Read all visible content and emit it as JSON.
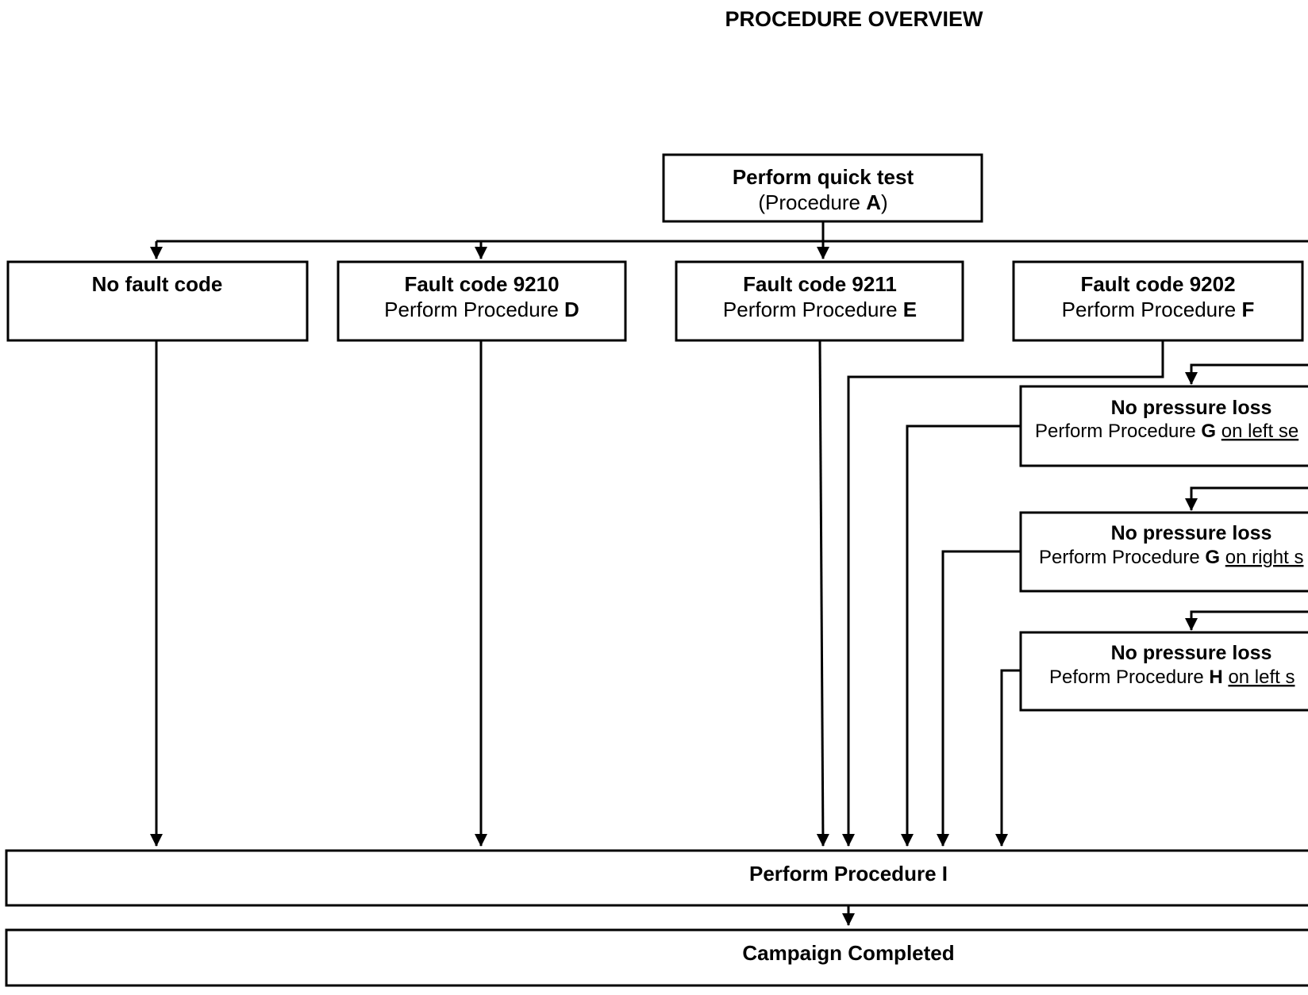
{
  "title": "PROCEDURE OVERVIEW",
  "nodes": {
    "quick_test": {
      "title": "Perform quick test",
      "sub_pre": "(Procedure ",
      "sub_bold": "A",
      "sub_post": ")"
    },
    "no_fault": {
      "title": "No fault code"
    },
    "fault_9210": {
      "title": "Fault code 9210",
      "sub_pre": "Perform Procedure ",
      "sub_bold": "D"
    },
    "fault_9211": {
      "title": "Fault code 9211",
      "sub_pre": "Perform Procedure ",
      "sub_bold": "E"
    },
    "fault_9202": {
      "title": "Fault code 9202",
      "sub_pre": "Perform Procedure ",
      "sub_bold": "F"
    },
    "npl_1": {
      "title": "No pressure loss",
      "sub_pre": "Perform Procedure ",
      "sub_bold": "G",
      "sub_space": " ",
      "sub_under": "on left se"
    },
    "npl_2": {
      "title": "No pressure loss",
      "sub_pre": "Perform Procedure ",
      "sub_bold": "G",
      "sub_space": " ",
      "sub_under": "on right s"
    },
    "npl_3": {
      "title": "No pressure loss",
      "sub_pre": "Peform Procedure ",
      "sub_bold": "H",
      "sub_space": " ",
      "sub_under": "on left s"
    },
    "procedure_i": {
      "title": "Perform Procedure I"
    },
    "completed": {
      "title": "Campaign Completed"
    }
  }
}
